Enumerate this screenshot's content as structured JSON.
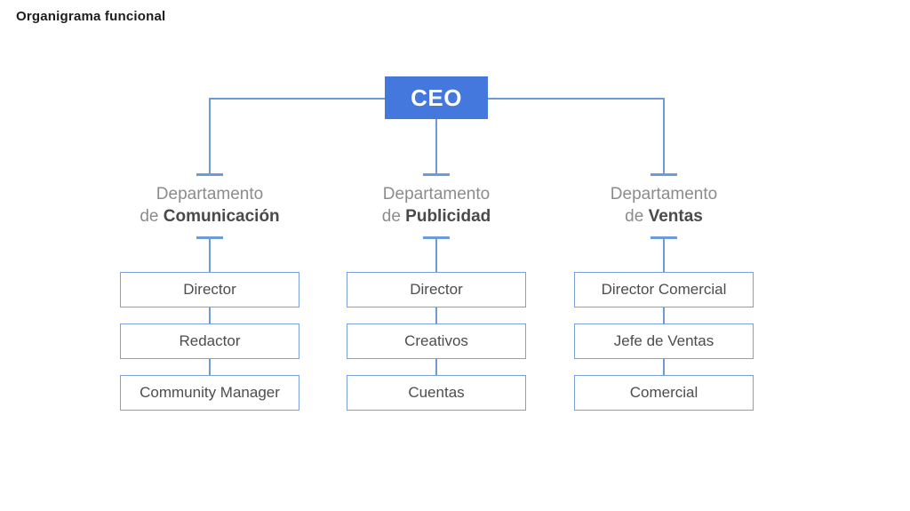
{
  "page": {
    "title": "Organigrama funcional"
  },
  "colors": {
    "page_bg": "#ffffff",
    "title_text": "#1c1c1c",
    "ceo_fill": "#4478dc",
    "ceo_text": "#ffffff",
    "connector": "#6d9ad8",
    "box_border": "#7aa1dc",
    "box_text": "#4d4d4d",
    "dept_muted": "#8c8c8c",
    "dept_strong": "#4a4a4a"
  },
  "chart": {
    "type": "org-chart",
    "root": {
      "label": "CEO"
    },
    "departments": [
      {
        "prefix": "Departamento",
        "de": "de",
        "name": "Comunicación",
        "roles": [
          "Director",
          "Redactor",
          "Community Manager"
        ]
      },
      {
        "prefix": "Departamento",
        "de": "de",
        "name": "Publicidad",
        "roles": [
          "Director",
          "Creativos",
          "Cuentas"
        ]
      },
      {
        "prefix": "Departamento",
        "de": "de",
        "name": "Ventas",
        "roles": [
          "Director Comercial",
          "Jefe de Ventas",
          "Comercial"
        ]
      }
    ]
  }
}
